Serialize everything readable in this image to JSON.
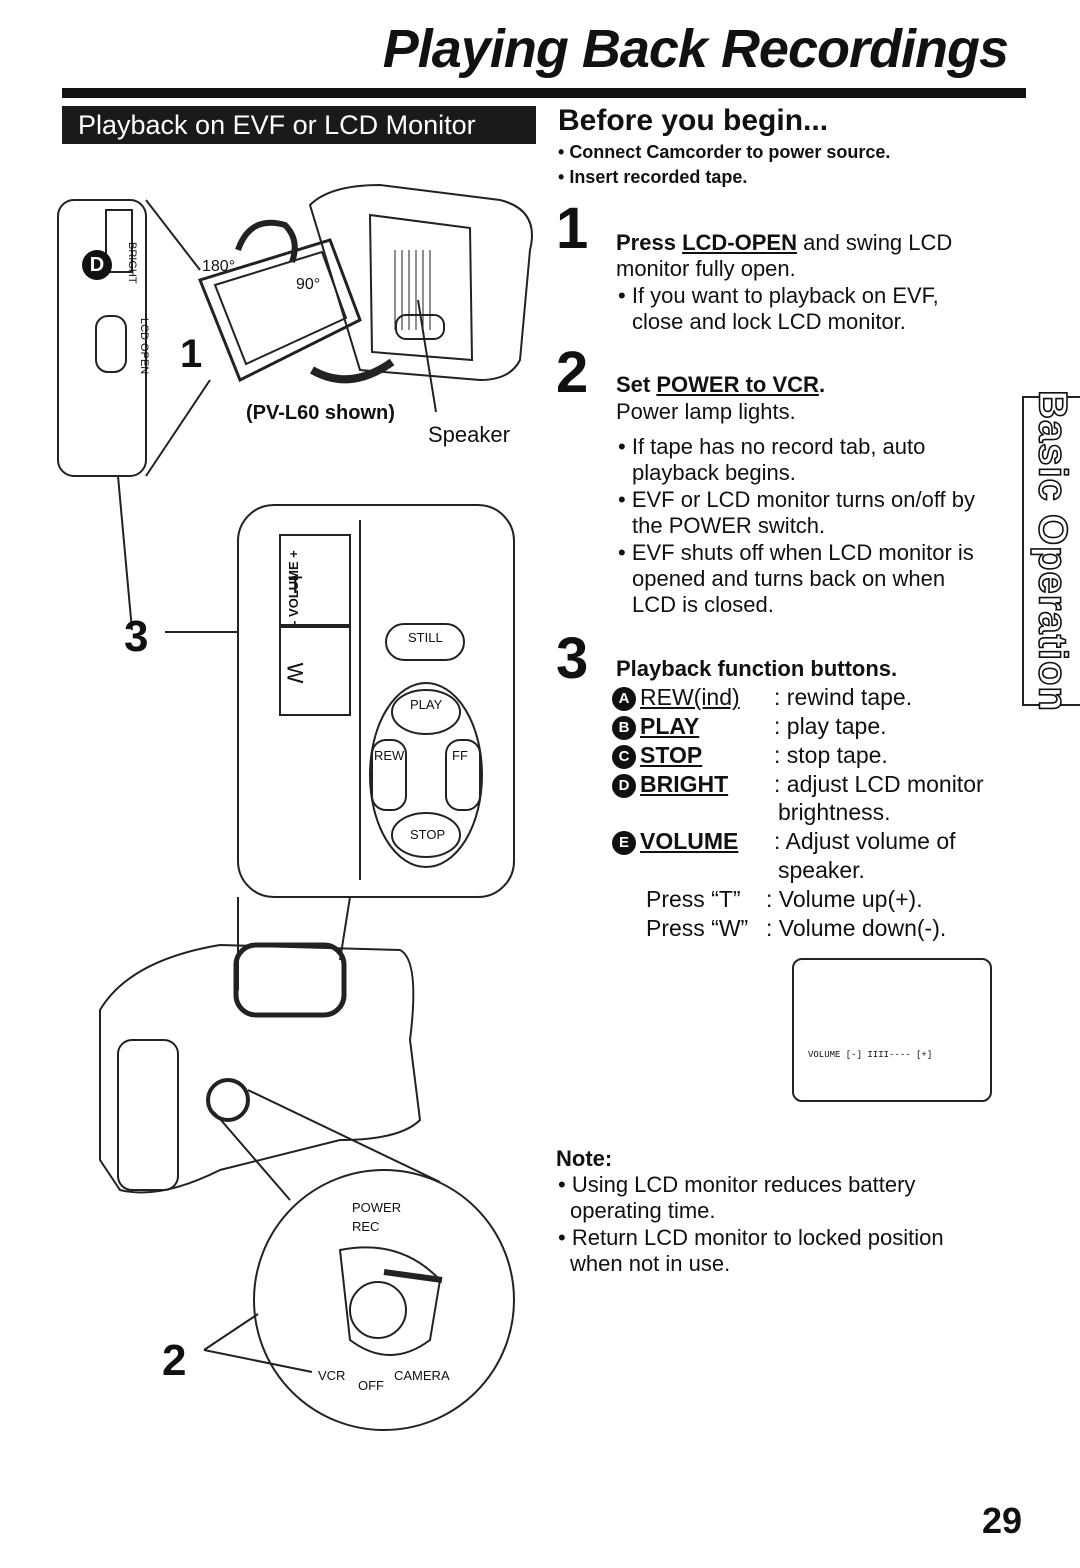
{
  "page": {
    "title": "Playing Back Recordings",
    "section_banner": "Playback on EVF or LCD Monitor",
    "side_tab": "Basic Operation",
    "page_number": "29"
  },
  "before": {
    "heading": "Before you begin...",
    "items": [
      "Connect Camcorder to power source.",
      "Insert recorded tape."
    ]
  },
  "step1": {
    "number": "1",
    "press": "Press",
    "button": "LCD-OPEN",
    "rest": "and swing LCD",
    "line2": "monitor fully open.",
    "bullet": [
      "If you want to playback on EVF,",
      "close and lock LCD monitor."
    ]
  },
  "step2": {
    "number": "2",
    "set": "Set",
    "control": "POWER to VCR",
    "period": ".",
    "line2": "Power lamp lights.",
    "bullets": [
      [
        "If tape has no record tab, auto",
        "playback begins."
      ],
      [
        "EVF or LCD monitor turns on/off by",
        "the POWER switch."
      ],
      [
        "EVF shuts off when LCD monitor is",
        "opened and turns back on when",
        "LCD is closed."
      ]
    ]
  },
  "step3": {
    "number": "3",
    "heading": "Playback function buttons.",
    "functions": [
      {
        "letter": "A",
        "name": "REW(ind)",
        "desc": ": rewind tape."
      },
      {
        "letter": "B",
        "name": "PLAY",
        "desc": ": play tape."
      },
      {
        "letter": "C",
        "name": "STOP",
        "desc": ": stop tape."
      },
      {
        "letter": "D",
        "name": "BRIGHT",
        "desc": ": adjust LCD monitor",
        "desc2": "brightness."
      },
      {
        "letter": "E",
        "name": "VOLUME",
        "desc": ": Adjust volume of",
        "desc2": "speaker."
      }
    ],
    "press_t": "Press “T”",
    "press_t_desc": ": Volume up(+).",
    "press_w": "Press “W”",
    "press_w_desc": ": Volume down(-)."
  },
  "volume_osd": "VOLUME [-] IIII---- [+]",
  "note": {
    "heading": "Note:",
    "items": [
      [
        "Using LCD monitor reduces battery",
        "operating time."
      ],
      [
        "Return LCD monitor to locked position",
        "when not in use."
      ]
    ]
  },
  "figure": {
    "callout_d": "D",
    "bright_label": "BRIGHT",
    "lcd_open_label": "LCD OPEN",
    "angle_180": "180°",
    "angle_90": "90°",
    "callout_1": "1",
    "model_shown": "(PV-L60 shown)",
    "speaker": "Speaker",
    "callout_3": "3",
    "volume_label": "- VOLUME +",
    "t_key": "T",
    "w_key": "W",
    "still": "STILL",
    "play": "PLAY",
    "rew": "REW",
    "ff": "FF",
    "stop": "STOP",
    "power": "POWER",
    "rec": "REC",
    "vcr": "VCR",
    "off": "OFF",
    "camera": "CAMERA",
    "callout_2": "2"
  }
}
